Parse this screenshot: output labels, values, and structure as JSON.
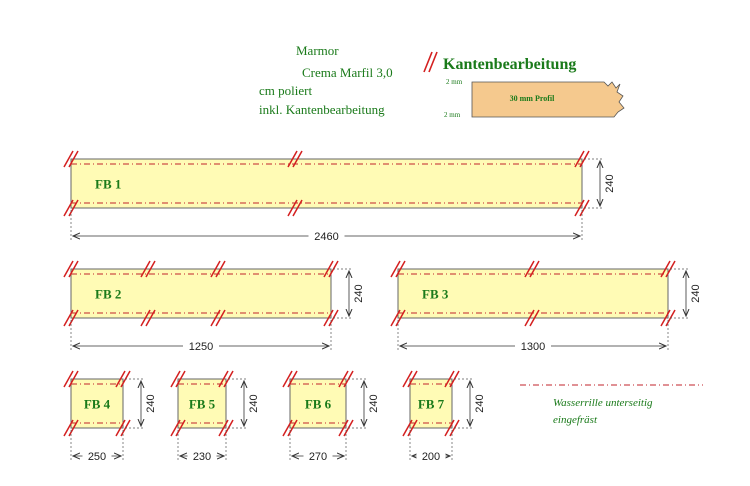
{
  "material": {
    "line1": "Marmor",
    "line2": "Crema Marfil 3,0",
    "line3": "cm poliert",
    "line4": "inkl. Kantenbearbeitung"
  },
  "legend": {
    "title": "Kantenbearbeitung",
    "profile_label": "30 mm Profil",
    "top_mm": "2 mm",
    "bottom_mm": "2 mm"
  },
  "groove_legend": {
    "line1": "Wasserrille unterseitig",
    "line2": "eingefräst"
  },
  "pieces": [
    {
      "id": "FB 1",
      "length": "2460",
      "depth": "240"
    },
    {
      "id": "FB 2",
      "length": "1250",
      "depth": "240"
    },
    {
      "id": "FB 3",
      "length": "1300",
      "depth": "240"
    },
    {
      "id": "FB 4",
      "length": "250",
      "depth": "240"
    },
    {
      "id": "FB 5",
      "length": "230",
      "depth": "240"
    },
    {
      "id": "FB 6",
      "length": "270",
      "depth": "240"
    },
    {
      "id": "FB 7",
      "length": "200",
      "depth": "240"
    }
  ],
  "colors": {
    "slab_fill": "#fffbb5",
    "slab_stroke": "#666666",
    "groove_line": "#c0232b",
    "edge_mark": "#d42020",
    "text_green": "#1a7a1a",
    "profile_fill": "#f5c98e"
  }
}
